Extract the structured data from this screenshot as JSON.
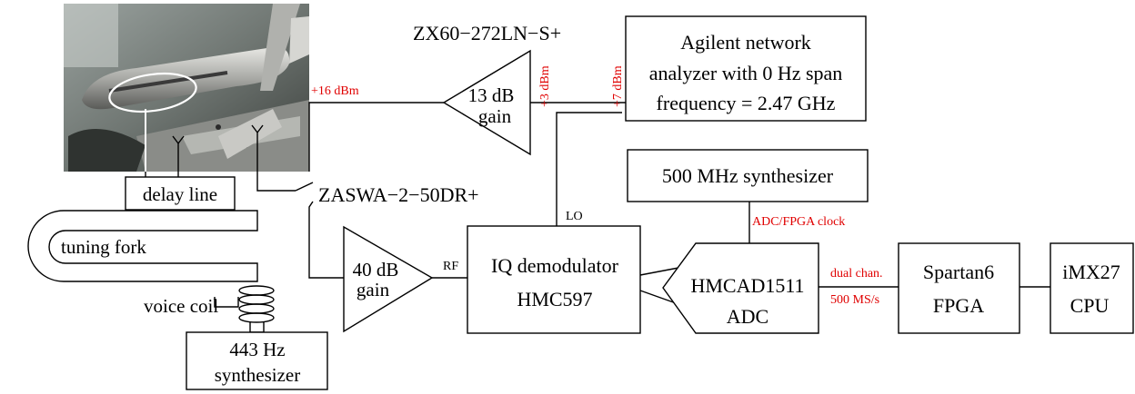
{
  "components": {
    "rf_amp_top": {
      "part": "ZX60−272LN−S+",
      "gain_line1": "13 dB",
      "gain_line2": "gain"
    },
    "network_analyzer": {
      "line1": "Agilent network",
      "line2": "analyzer with 0 Hz span",
      "line3": "frequency = 2.47 GHz"
    },
    "switch": {
      "part": "ZASWA−2−50DR+"
    },
    "delay_line": {
      "label": "delay line"
    },
    "tuning_fork": {
      "label": "tuning fork"
    },
    "voice_coil": {
      "label": "voice coil"
    },
    "synth_443": {
      "line1": "443 Hz",
      "line2": "synthesizer"
    },
    "rf_amp_bottom": {
      "gain_line1": "40 dB",
      "gain_line2": "gain"
    },
    "iq_demod": {
      "line1": "IQ demodulator",
      "line2": "HMC597"
    },
    "synth_500": {
      "label": "500 MHz synthesizer"
    },
    "adc": {
      "line1": "HMCAD1511",
      "line2": "ADC"
    },
    "fpga": {
      "line1": "Spartan6",
      "line2": "FPGA"
    },
    "cpu": {
      "line1": "iMX27",
      "line2": "CPU"
    }
  },
  "annotations": {
    "p16": "+16 dBm",
    "p3": "+3 dBm",
    "p7": "+7 dBm",
    "lo": "LO",
    "rf": "RF",
    "adc_clock": "ADC/FPGA clock",
    "dual_chan": "dual chan.",
    "rate": "500 MS/s"
  },
  "colors": {
    "annotation": "#e00000",
    "line": "#000000"
  }
}
